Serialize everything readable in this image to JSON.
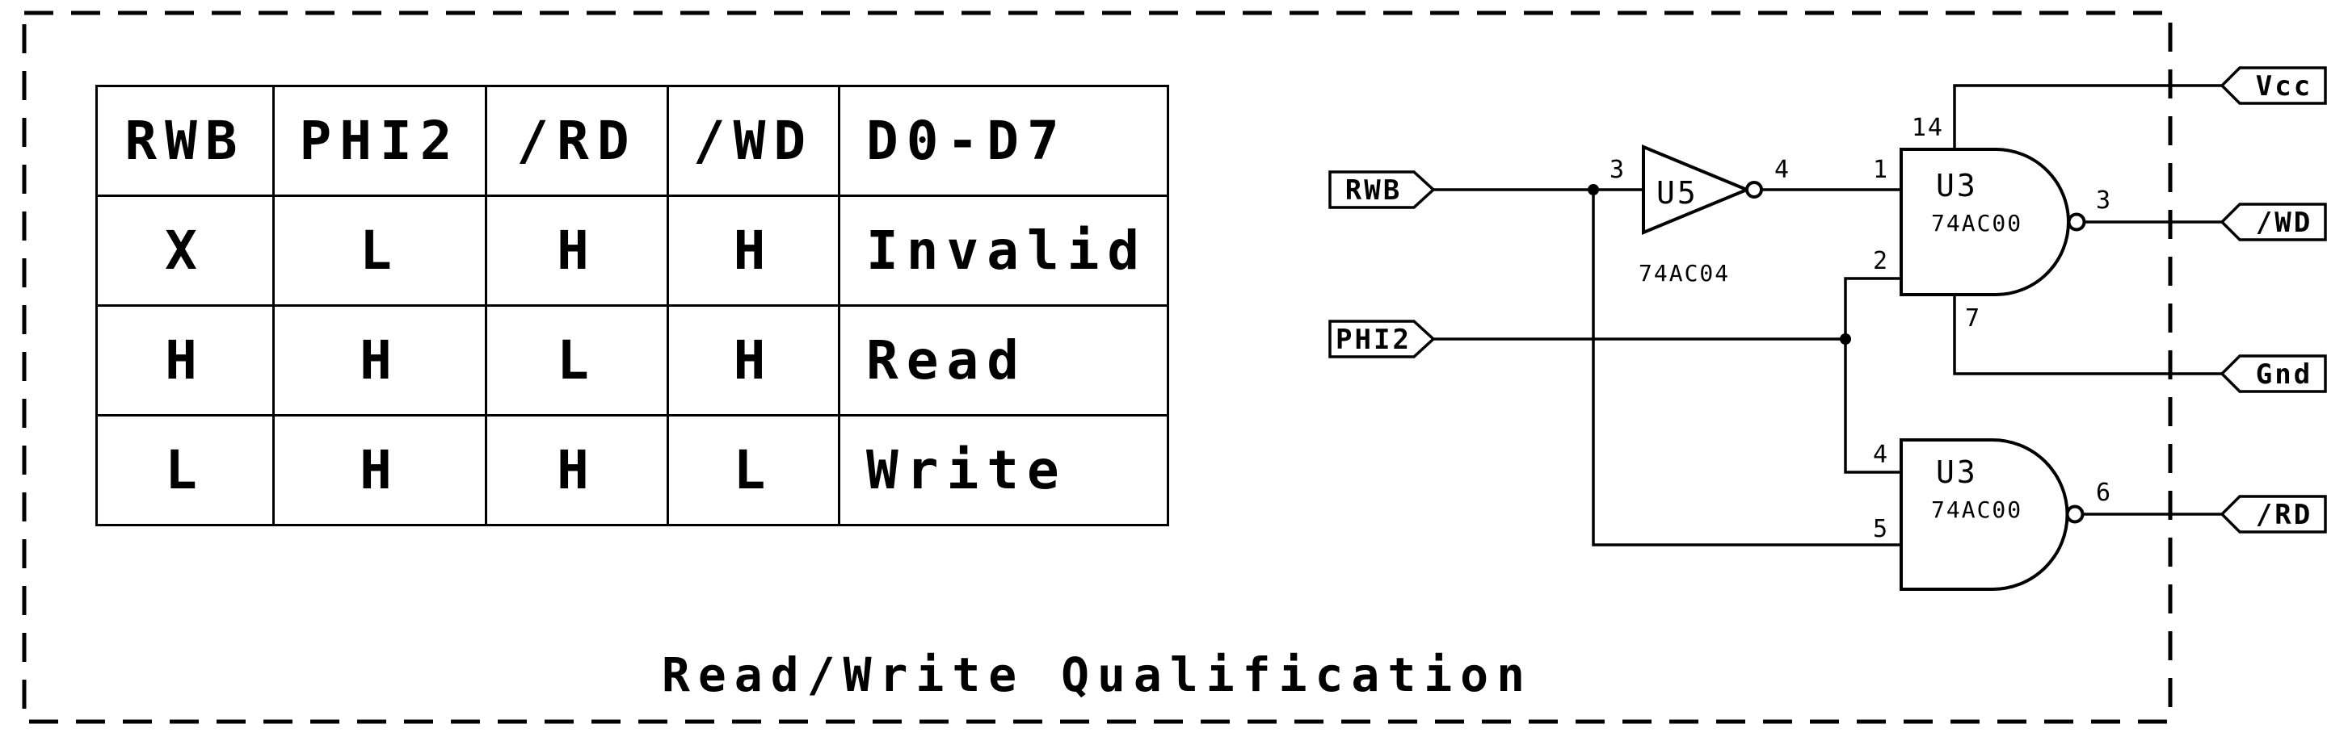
{
  "sheet": {
    "title": "Read/Write Qualification"
  },
  "truth_table": {
    "headers": [
      "RWB",
      "PHI2",
      "/RD",
      "/WD",
      "D0-D7"
    ],
    "rows": [
      [
        "X",
        "L",
        "H",
        "H",
        "Invalid"
      ],
      [
        "H",
        "H",
        "L",
        "H",
        "Read"
      ],
      [
        "L",
        "H",
        "H",
        "L",
        "Write"
      ]
    ]
  },
  "net_flags": {
    "inputs": [
      {
        "name": "RWB"
      },
      {
        "name": "PHI2"
      }
    ],
    "outputs": [
      {
        "name": "Vcc"
      },
      {
        "name": "/WD"
      },
      {
        "name": "Gnd"
      },
      {
        "name": "/RD"
      }
    ]
  },
  "components": {
    "inverter": {
      "ref": "U5",
      "part": "74AC04",
      "pin_in": "3",
      "pin_out": "4"
    },
    "nand_top": {
      "ref": "U3",
      "part": "74AC00",
      "pin_in1": "1",
      "pin_in2": "2",
      "pin_out": "3",
      "pin_vcc": "14",
      "pin_gnd": "7"
    },
    "nand_bottom": {
      "ref": "U3",
      "part": "74AC00",
      "pin_in1": "4",
      "pin_in2": "5",
      "pin_out": "6"
    }
  },
  "colors": {
    "ink": "#000000",
    "paper": "#ffffff"
  }
}
